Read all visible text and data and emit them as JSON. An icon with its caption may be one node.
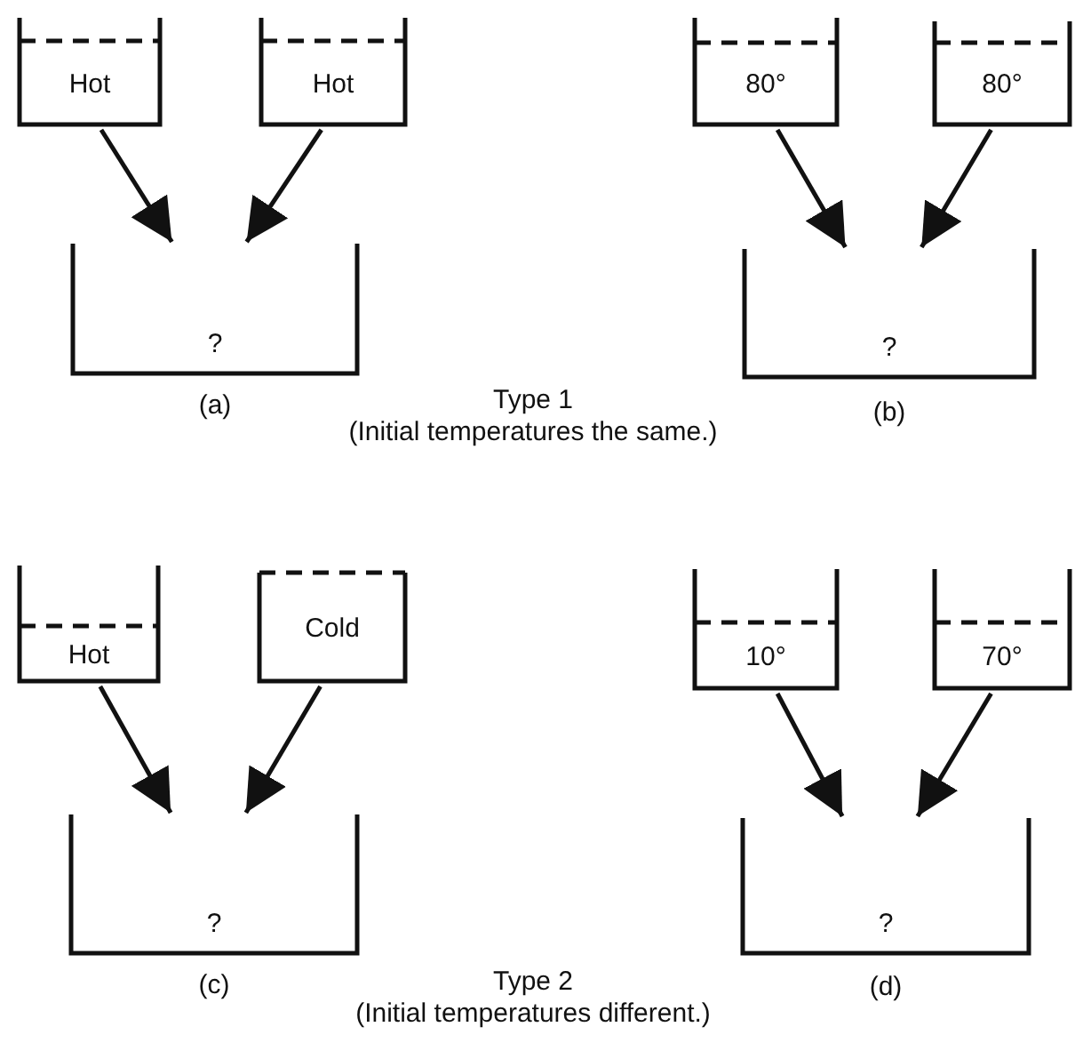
{
  "diagram": {
    "nodes": [
      {
        "text": [
          "Hot"
        ]
      },
      {
        "text": [
          "Hot"
        ]
      },
      {
        "text": [
          "?"
        ],
        "beside": [
          "(a)"
        ]
      },
      {
        "text": [
          "80°"
        ]
      },
      {
        "text": [
          "80°"
        ]
      },
      {
        "text": [
          "?"
        ],
        "beside": [
          "(b)"
        ]
      },
      {
        "text": [
          "Hot"
        ]
      },
      {
        "text": [
          "Cold"
        ]
      },
      {
        "text": [
          "?"
        ],
        "beside": [
          "(c)"
        ]
      },
      {
        "text": [
          "10°"
        ]
      },
      {
        "text": [
          "70°"
        ]
      },
      {
        "text": [
          "?"
        ],
        "beside": [
          "(d)"
        ]
      }
    ],
    "edges": [
      {
        "from": 0,
        "to": 2,
        "arrow": "to"
      },
      {
        "from": 1,
        "to": 2,
        "arrow": "to"
      },
      {
        "from": 3,
        "to": 5,
        "arrow": "to"
      },
      {
        "from": 4,
        "to": 5,
        "arrow": "to"
      },
      {
        "from": 6,
        "to": 8,
        "arrow": "to"
      },
      {
        "from": 7,
        "to": 8,
        "arrow": "to"
      },
      {
        "from": 9,
        "to": 11,
        "arrow": "to"
      },
      {
        "from": 10,
        "to": 11,
        "arrow": "to"
      }
    ],
    "labels": [
      "Type 1",
      "(Initial temperatures the same.)",
      "Type 2",
      "(Initial temperatures different.)"
    ]
  }
}
